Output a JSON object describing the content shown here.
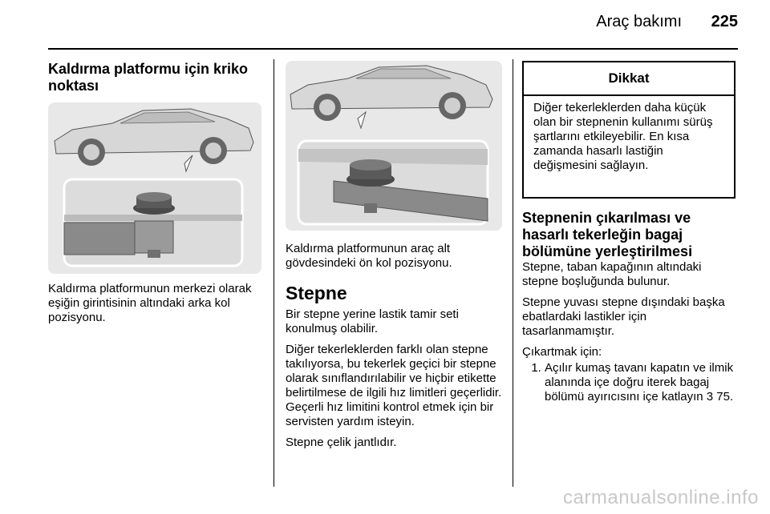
{
  "header": {
    "title": "Araç bakımı",
    "page_number": "225"
  },
  "col1": {
    "heading": "Kaldırma platformu için kriko noktası",
    "caption": "Kaldırma platformunun merkezi olarak eşiğin girintisinin altındaki arka kol pozisyonu."
  },
  "col2": {
    "caption": "Kaldırma platformunun araç alt gövdesindeki ön kol pozisyonu.",
    "section_title": "Stepne",
    "paragraphs": [
      "Bir stepne yerine lastik tamir seti konulmuş olabilir.",
      "Diğer tekerleklerden farklı olan stepne takılıyorsa, bu tekerlek geçici bir stepne olarak sınıflandırılabilir ve hiçbir etikette belirtilmese de ilgili hız limitleri geçerlidir. Geçerli hız limitini kontrol etmek için bir servisten yardım isteyin.",
      "Stepne çelik jantlıdır."
    ]
  },
  "col3": {
    "warning": {
      "title": "Dikkat",
      "text": "Diğer tekerleklerden daha küçük olan bir stepnenin kullanımı sürüş şartlarını etkileyebilir. En kısa zamanda hasarlı lastiğin değişmesini sağlayın."
    },
    "heading": "Stepnenin çıkarılması ve hasarlı tekerleğin bagaj bölümüne yerleştirilmesi",
    "paragraphs": [
      "Stepne, taban kapağının altındaki stepne boşluğunda bulunur.",
      "Stepne yuvası stepne dışındaki başka ebatlardaki lastikler için tasarlanmamıştır.",
      "Çıkartmak için:"
    ],
    "steps": [
      {
        "text": "Açılır kumaş tavanı kapatın ve ilmik alanında içe doğru iterek bagaj bölümü ayırıcısını içe katlayın",
        "ref_symbol": "3",
        "ref_page": "75."
      }
    ]
  },
  "watermark": "carmanualsonline.info",
  "colors": {
    "text": "#000000",
    "illustration_bg": "#e6e6e6",
    "watermark": "#c8c8c8"
  }
}
